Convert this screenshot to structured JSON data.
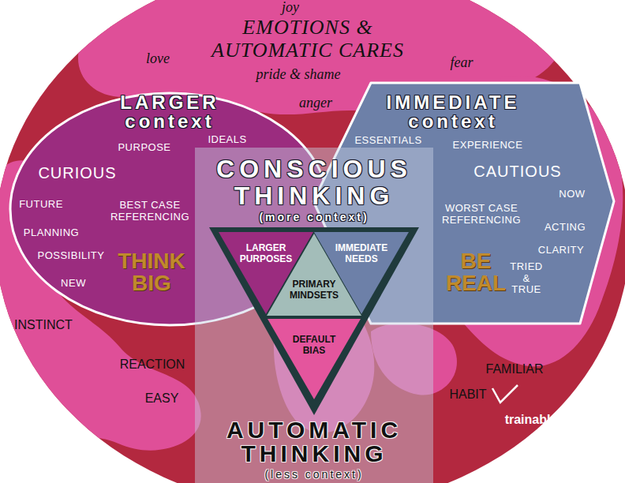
{
  "diagram": {
    "title": "EMOTIONS & AUTOMATIC CARES",
    "nodes": [
      {
        "text": [
          "LARGER context",
          "PURPOSE",
          "IDEALS",
          "CURIOUS",
          "FUTURE",
          "BEST CASE REFERENCING",
          "PLANNING",
          "POSSIBILITY",
          "NEW",
          "THINK BIG"
        ]
      },
      {
        "text": [
          "IMMEDIATE context",
          "ESSENTIALS",
          "EXPERIENCE",
          "CAUTIOUS",
          "NOW",
          "WORST CASE REFERENCING",
          "ACTING",
          "CLARITY",
          "TRIED & TRUE",
          "BE REAL"
        ]
      },
      {
        "text": [
          "CONSCIOUS THINKING",
          "(more context)"
        ]
      },
      {
        "text": [
          "LARGER PURPOSES"
        ],
        "in": 2
      },
      {
        "text": [
          "IMMEDIATE NEEDS"
        ],
        "in": 2
      },
      {
        "text": [
          "PRIMARY MINDSETS"
        ],
        "in": 2
      },
      {
        "text": [
          "DEFAULT BIAS"
        ],
        "in": 2
      },
      {
        "text": [
          "AUTOMATIC THINKING",
          "(less context)"
        ]
      }
    ],
    "labels": [
      "joy",
      "love",
      "pride & shame",
      "fear",
      "anger",
      "INSTINCT",
      "REACTION",
      "EASY",
      "FAMILIAR",
      "HABIT",
      "trainable"
    ]
  }
}
